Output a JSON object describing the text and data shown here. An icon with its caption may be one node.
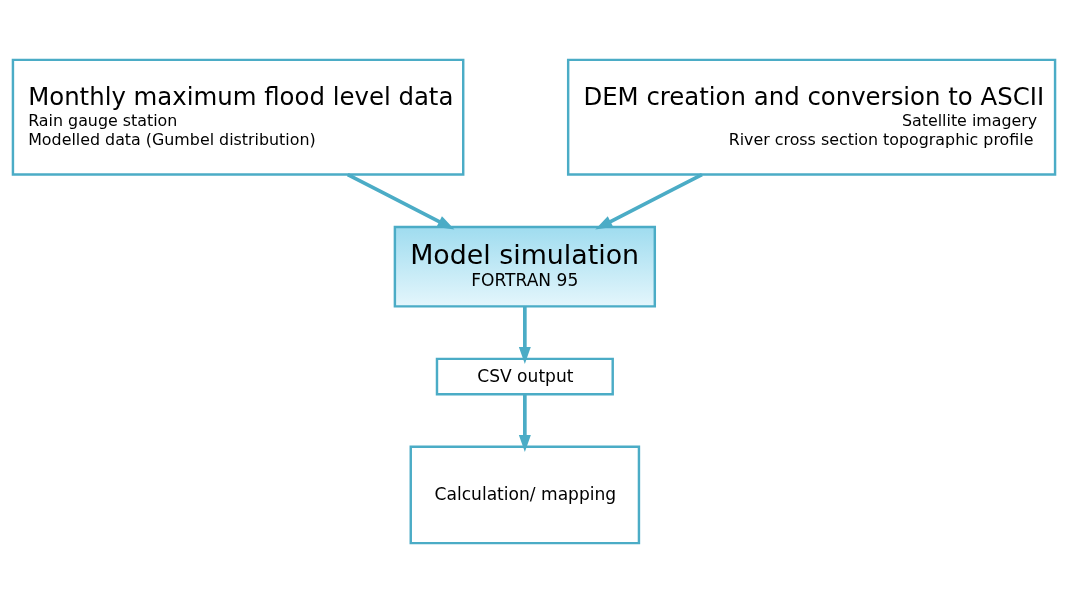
{
  "diagram": {
    "nodes": [
      {
        "text": [
          "Monthly maximum flood level data",
          "Rain gauge station",
          "Modelled data (Gumbel distribution)"
        ]
      },
      {
        "text": [
          "DEM creation and conversion to ASCII",
          "Satellite imagery",
          "River cross section topographic profile"
        ]
      },
      {
        "text": [
          "Model simulation",
          "FORTRAN 95"
        ]
      },
      {
        "text": [
          "CSV output"
        ]
      },
      {
        "text": [
          "Calculation/ mapping"
        ]
      }
    ],
    "edges": [
      {
        "from": 0,
        "to": 2,
        "arrow": "to"
      },
      {
        "from": 1,
        "to": 2,
        "arrow": "to"
      },
      {
        "from": 2,
        "to": 3,
        "arrow": "to"
      },
      {
        "from": 3,
        "to": 4,
        "arrow": "to"
      }
    ]
  }
}
